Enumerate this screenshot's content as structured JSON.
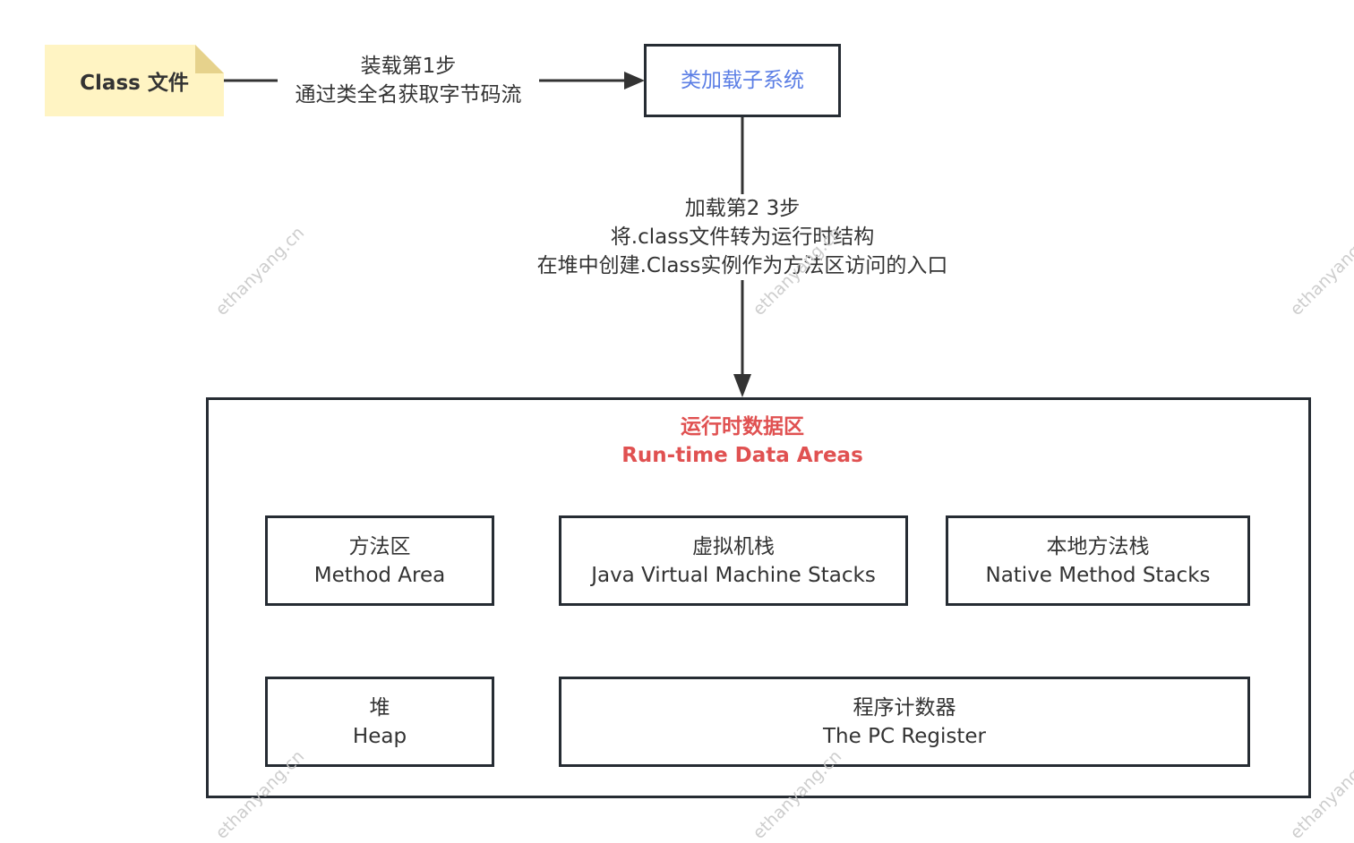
{
  "note": {
    "label": "Class 文件",
    "fill": "#fff4c3",
    "fold": "#e6d28c"
  },
  "loader": {
    "label": "类加载子系统",
    "color": "#5b7ee5"
  },
  "edge1": {
    "line1": "装载第1步",
    "line2": "通过类全名获取字节码流"
  },
  "edge2": {
    "line1": "加载第2 3步",
    "line2": "将.class文件转为运行时结构",
    "line3": "在堆中创建.Class实例作为方法区访问的入口"
  },
  "runtime": {
    "title_cn": "运行时数据区",
    "title_en": "Run-time Data Areas",
    "title_color": "#e05151",
    "areas": [
      {
        "cn": "方法区",
        "en": "Method Area"
      },
      {
        "cn": "虚拟机栈",
        "en": "Java Virtual Machine Stacks"
      },
      {
        "cn": "本地方法栈",
        "en": "Native Method Stacks"
      },
      {
        "cn": "堆",
        "en": "Heap"
      },
      {
        "cn": "程序计数器",
        "en": "The PC Register"
      }
    ]
  },
  "watermark": "ethanyang.cn"
}
